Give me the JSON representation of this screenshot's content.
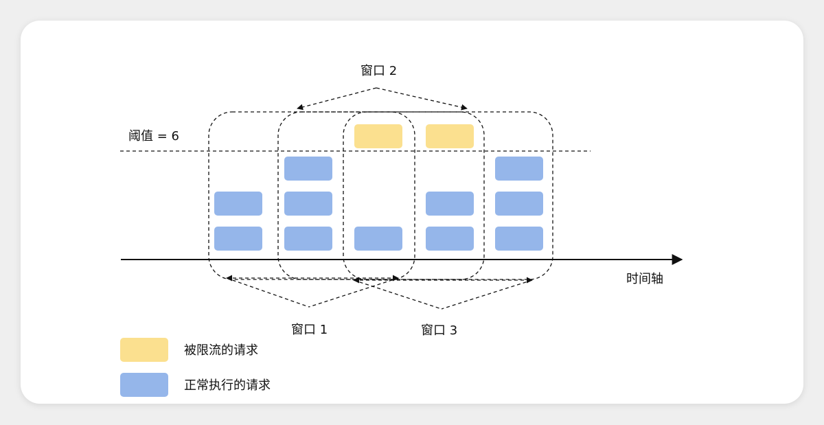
{
  "labels": {
    "threshold": "阈值 = 6",
    "time_axis": "时间轴",
    "window_1": "窗口 1",
    "window_2": "窗口 2",
    "window_3": "窗口 3"
  },
  "legend": [
    {
      "label": "被限流的请求",
      "color": "#fbe08f"
    },
    {
      "label": "正常执行的请求",
      "color": "#95b6ea"
    }
  ],
  "colors": {
    "limited": "#fbe08f",
    "normal": "#95b6ea"
  },
  "columns": [
    {
      "normal": 2,
      "limited": 0
    },
    {
      "normal": 3,
      "limited": 0
    },
    {
      "normal": 1,
      "limited": 1
    },
    {
      "normal": 2,
      "limited": 1
    },
    {
      "normal": 3,
      "limited": 0
    }
  ]
}
